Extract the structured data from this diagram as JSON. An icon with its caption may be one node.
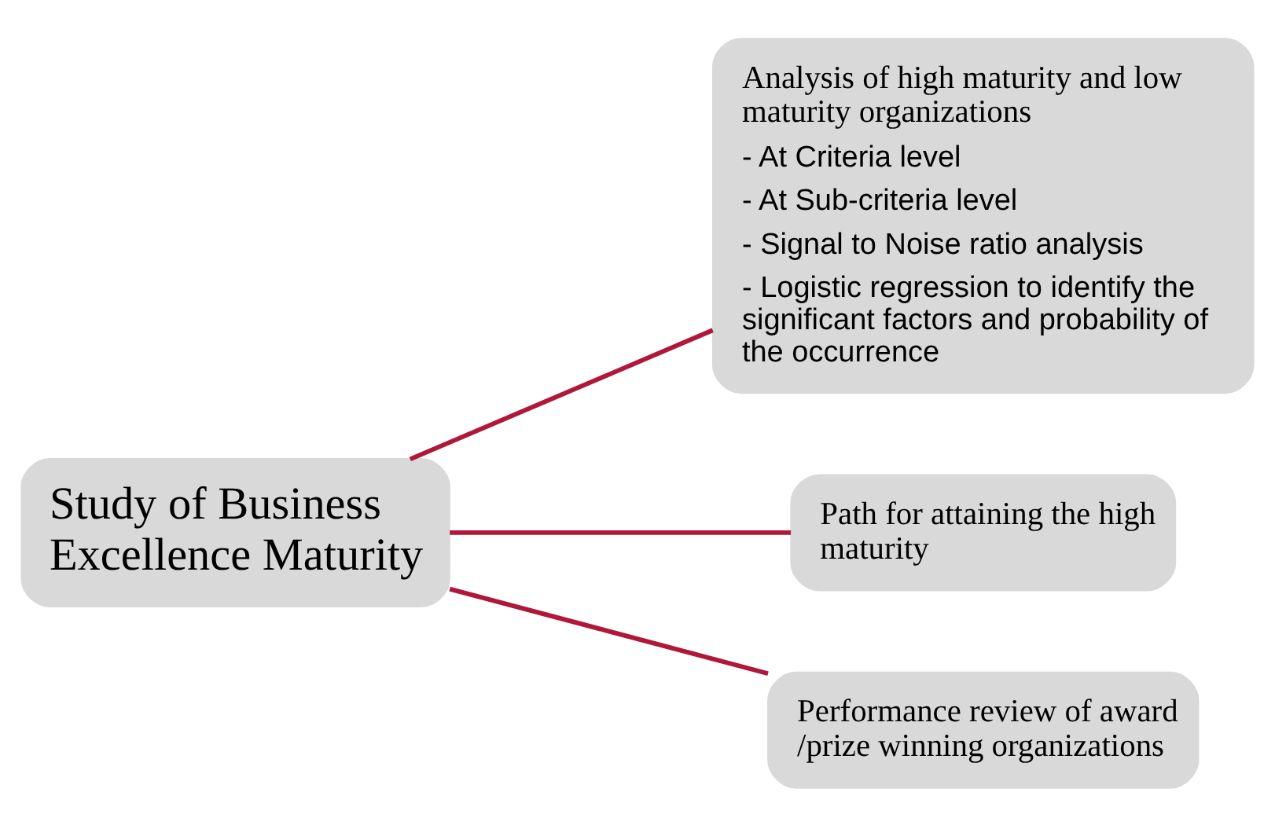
{
  "diagram": {
    "nodes": [
      {
        "text": [
          "Study of Business Excellence Maturity"
        ]
      },
      {
        "text": [
          "Analysis of high maturity and low maturity organizations",
          "- At Criteria level",
          "- At Sub-criteria level",
          "- Signal to Noise ratio analysis",
          "- Logistic regression to identify the significant factors and probability of the occurrence"
        ]
      },
      {
        "text": [
          "Path for attaining the high maturity"
        ]
      },
      {
        "text": [
          "Performance review of award /prize winning organizations"
        ]
      }
    ],
    "edges": [
      {
        "from": 0,
        "to": 1,
        "arrow": "none"
      },
      {
        "from": 0,
        "to": 2,
        "arrow": "none"
      },
      {
        "from": 0,
        "to": 3,
        "arrow": "none"
      }
    ]
  }
}
